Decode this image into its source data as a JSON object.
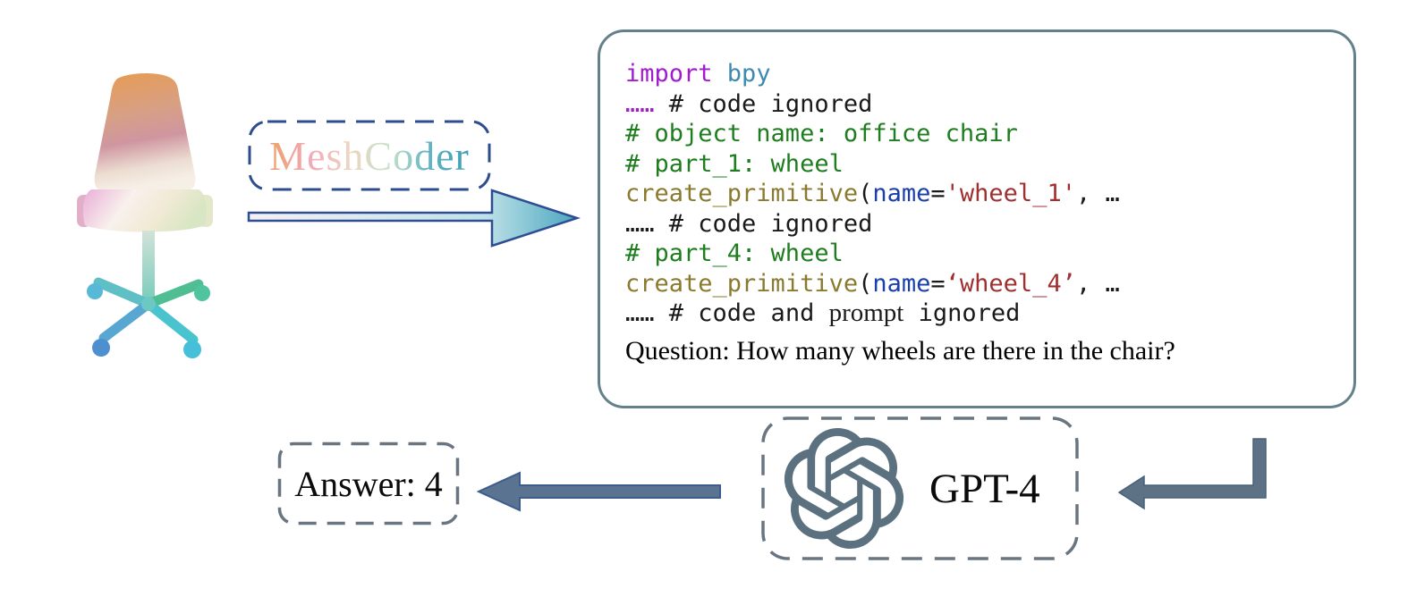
{
  "input_mesh": {
    "icon": "office-chair-mesh-icon"
  },
  "meshcoder": {
    "label": "MeshCoder",
    "border_color": "#2e4d8f",
    "text_gradient": [
      "#eda06b",
      "#f2a9b8",
      "#eed4c2",
      "#c7e2cb",
      "#5fb3c3",
      "#3f9fb5"
    ]
  },
  "arrows": {
    "meshcoder_arrow": {
      "icon": "right-arrow-icon",
      "outline_color": "#2f4d92",
      "fill_gradient": [
        "#f4f0f4",
        "#bfe2e8",
        "#4aa6c0"
      ]
    },
    "elbow_arrow": {
      "icon": "elbow-left-arrow-icon",
      "fill_color": "#5e7285",
      "outline_color": "#47607a"
    },
    "gpt_to_answer_arrow": {
      "icon": "left-arrow-icon",
      "fill_color": "#5a7390",
      "outline_color": "#3c5c8e"
    }
  },
  "code_panel": {
    "border_color": "#64808a",
    "palette": {
      "kw": "#a21ccd",
      "mod": "#3c8ab0",
      "dots": "#a21ccd",
      "com": "#1e7d1e",
      "fn": "#8a7a2f",
      "param": "#1a3faa",
      "str": "#a03030",
      "plain": "#1a1a1a",
      "serifword": "#1a1a1a",
      "question": "#000000"
    },
    "lines": [
      {
        "type": "code",
        "tokens": [
          {
            "t": "import",
            "c": "kw"
          },
          {
            "t": " bpy",
            "c": "mod"
          }
        ]
      },
      {
        "type": "code",
        "tokens": [
          {
            "t": "……",
            "c": "dots"
          },
          {
            "t": " # code ignored",
            "c": "plain"
          }
        ]
      },
      {
        "type": "code",
        "tokens": [
          {
            "t": "# object name: office chair",
            "c": "com"
          }
        ]
      },
      {
        "type": "code",
        "tokens": [
          {
            "t": "# part_1: wheel",
            "c": "com"
          }
        ]
      },
      {
        "type": "code",
        "tokens": [
          {
            "t": "create_primitive",
            "c": "fn"
          },
          {
            "t": "(",
            "c": "plain"
          },
          {
            "t": "name",
            "c": "param"
          },
          {
            "t": "=",
            "c": "plain"
          },
          {
            "t": "'wheel_1'",
            "c": "str"
          },
          {
            "t": ", …",
            "c": "plain"
          }
        ]
      },
      {
        "type": "code",
        "tokens": [
          {
            "t": "……",
            "c": "plain"
          },
          {
            "t": " # code ignored",
            "c": "plain"
          }
        ]
      },
      {
        "type": "code",
        "tokens": [
          {
            "t": "# part_4: wheel",
            "c": "com"
          }
        ]
      },
      {
        "type": "code",
        "tokens": [
          {
            "t": "create_primitive",
            "c": "fn"
          },
          {
            "t": "(",
            "c": "plain"
          },
          {
            "t": "name",
            "c": "param"
          },
          {
            "t": "=",
            "c": "plain"
          },
          {
            "t": "‘wheel_4’",
            "c": "str"
          },
          {
            "t": ", …",
            "c": "plain"
          }
        ]
      },
      {
        "type": "code",
        "tokens": [
          {
            "t": "……",
            "c": "plain"
          },
          {
            "t": " # code and ",
            "c": "plain"
          },
          {
            "t": "prompt",
            "c": "serifword"
          },
          {
            "t": " ignored",
            "c": "plain"
          }
        ]
      },
      {
        "type": "question",
        "tokens": [
          {
            "t": "Question: How many wheels are there in the chair?",
            "c": "question"
          }
        ]
      }
    ]
  },
  "gpt_box": {
    "label": "GPT-4",
    "icon": "openai-logo-icon",
    "border_color": "#6a7582",
    "logo_color": "#5b717f"
  },
  "answer_box": {
    "label": "Answer: 4",
    "border_color": "#6a7582"
  }
}
